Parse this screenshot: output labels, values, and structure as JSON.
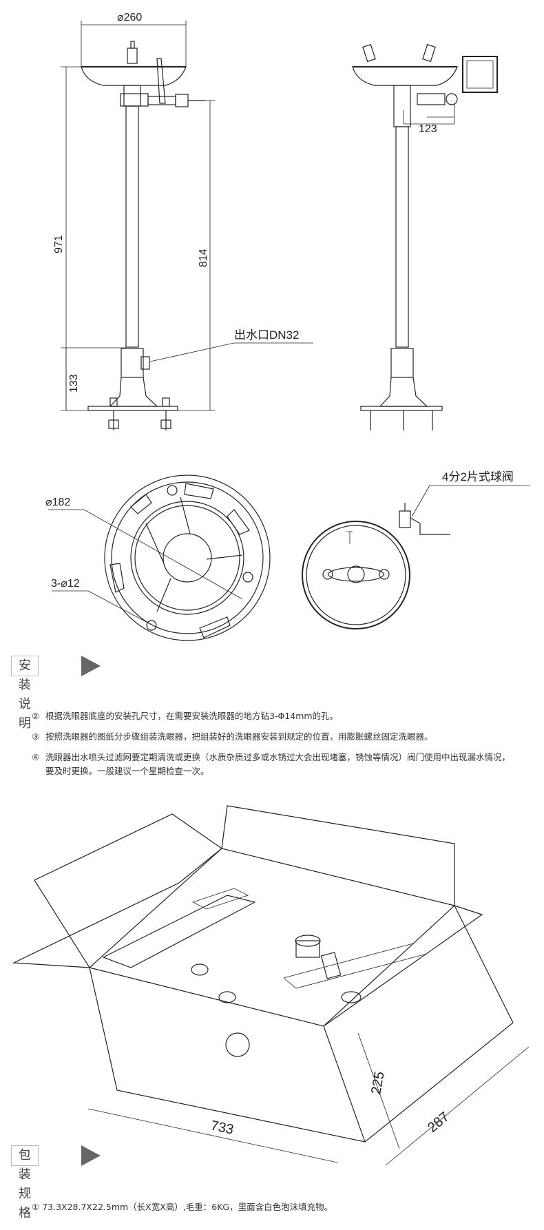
{
  "labels": {
    "diameter_top": "⌀260",
    "height_total": "971",
    "height_outlet": "814",
    "height_base": "133",
    "side_offset": "123",
    "outlet": "出水口DN32",
    "base_diameter": "⌀182",
    "holes": "3-⌀12",
    "valve": "4分2片式球阀",
    "box_length": "733",
    "box_width": "287",
    "box_height": "225"
  },
  "sections": {
    "install_title": "安装说明",
    "pack_title": "包装规格"
  },
  "install_notes": [
    {
      "num": "②",
      "text": "根据洗眼器底座的安装孔尺寸，在需要安装洗眼器的地方钻3-Φ14mm的孔。"
    },
    {
      "num": "③",
      "text": "按照洗眼器的图纸分步骤组装洗眼器，把组装好的洗眼器安装到规定的位置，用膨胀螺丝固定洗眼器。"
    },
    {
      "num": "④",
      "text": "洗眼器出水喷头过滤网要定期清洗或更换（水质杂质过多或水锈过大会出现堵塞，锈蚀等情况）阀门使用中出现漏水情况，要及时更换。一般建议一个星期检查一次。"
    }
  ],
  "pack_note": {
    "num": "①",
    "text": "73.3X28.7X22.5mm（长X宽X高）,毛重：6KG，里面含白色泡沫填充物。"
  },
  "colors": {
    "line": "#222222",
    "header_arrow": "#666666"
  }
}
